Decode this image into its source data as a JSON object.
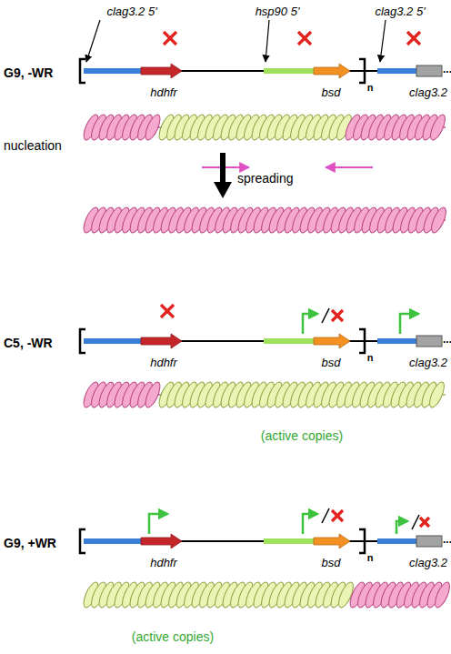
{
  "diagram": {
    "labels": [
      "clag3.2 5'",
      "hsp90 5'",
      "clag3.2 5'",
      "G9, -WR",
      "hdhfr",
      "bsd",
      "n",
      "clag3.2",
      "...",
      "nucleation",
      "spreading",
      "C5, -WR",
      "hdhfr",
      "bsd",
      "n",
      "clag3.2",
      "...",
      "(active copies)",
      "G9, +WR",
      "hdhfr",
      "bsd",
      "n",
      "clag3.2",
      "...",
      "(active copies)"
    ]
  }
}
